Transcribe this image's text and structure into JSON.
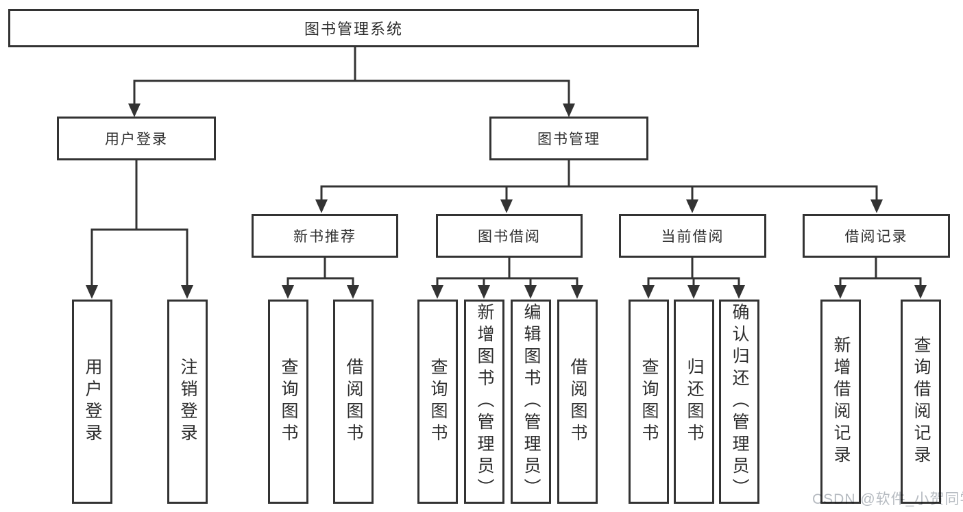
{
  "tree": {
    "root": "图书管理系统",
    "branches": [
      {
        "label": "用户登录",
        "leaves": [
          "用户登录",
          "注销登录"
        ]
      },
      {
        "label": "图书管理",
        "children": [
          {
            "label": "新书推荐",
            "leaves": [
              "查询图书",
              "借阅图书"
            ]
          },
          {
            "label": "图书借阅",
            "leaves": [
              "查询图书",
              "新增图书（管理员）",
              "编辑图书（管理员）",
              "借阅图书"
            ]
          },
          {
            "label": "当前借阅",
            "leaves": [
              "查询图书",
              "归还图书",
              "确认归还（管理员）"
            ]
          },
          {
            "label": "借阅记录",
            "leaves": [
              "新增借阅记录",
              "查询借阅记录"
            ]
          }
        ]
      }
    ]
  },
  "watermark": {
    "text": "CSDN @软件_小贺同学"
  },
  "colors": {
    "line": "#333333",
    "box_border": "#333333",
    "text": "#2d2d2d",
    "watermark": "#b6bbc1",
    "background": "#ffffff"
  }
}
